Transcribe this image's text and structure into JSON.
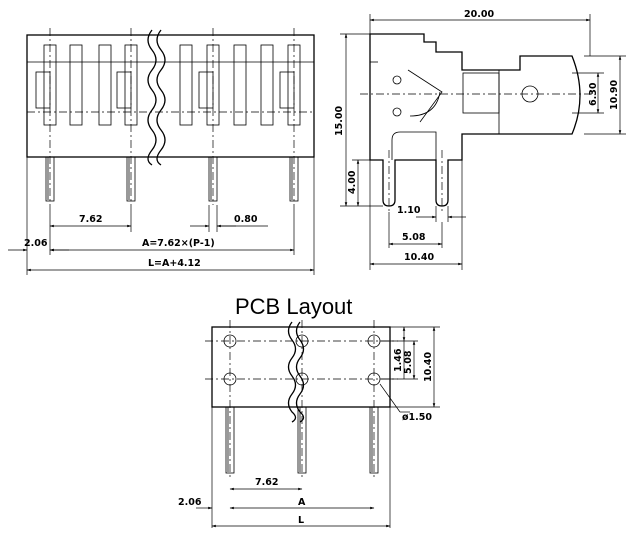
{
  "title": "PCB Layout",
  "dims": {
    "front_pitch": "7.62",
    "pin_width": "0.80",
    "edge_offset": "2.06",
    "a_formula": "A=7.62×(P-1)",
    "l_formula": "L=A+4.12",
    "side_width": "20.00",
    "side_height": "15.00",
    "pin_len": "4.00",
    "tab_h1": "6.30",
    "tab_h2": "10.90",
    "pin_thk": "1.10",
    "pin_pitch": "5.08",
    "base_w": "10.40",
    "pcb_row": "1.46",
    "pcb_row2": "5.08",
    "pcb_depth": "10.40",
    "hole_dia": "ø1.50",
    "pcb_pitch": "7.62",
    "pcb_edge": "2.06",
    "pcb_a": "A",
    "pcb_l": "L"
  }
}
